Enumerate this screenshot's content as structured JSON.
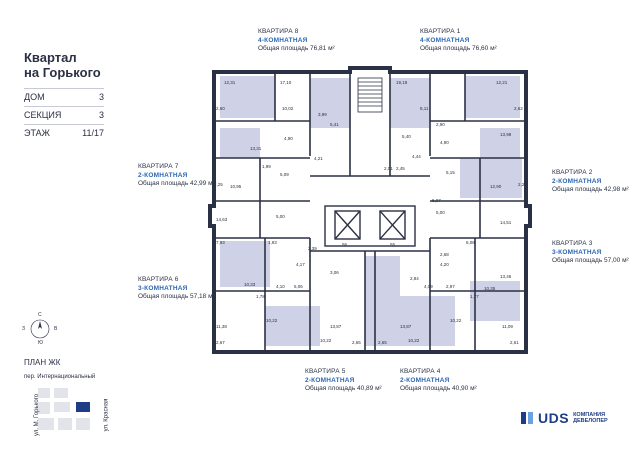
{
  "header": {
    "title": "Квартал\nна Горького"
  },
  "info": [
    {
      "label": "ДОМ",
      "value": "3"
    },
    {
      "label": "СЕКЦИЯ",
      "value": "3"
    },
    {
      "label": "ЭТАЖ",
      "value": "11/17"
    }
  ],
  "apartments": [
    {
      "name": "КВАРТИРА 8",
      "type": "4-КОМНАТНАЯ",
      "area": "Общая площадь 76,81 м²"
    },
    {
      "name": "КВАРТИРА 1",
      "type": "4-КОМНАТНАЯ",
      "area": "Общая площадь 76,60 м²"
    },
    {
      "name": "КВАРТИРА 7",
      "type": "2-КОМНАТНАЯ",
      "area": "Общая площадь 42,99 м²"
    },
    {
      "name": "КВАРТИРА 2",
      "type": "2-КОМНАТНАЯ",
      "area": "Общая площадь 42,98 м²"
    },
    {
      "name": "КВАРТИРА 3",
      "type": "3-КОМНАТНАЯ",
      "area": "Общая площадь 57,00 м²"
    },
    {
      "name": "КВАРТИРА 6",
      "type": "3-КОМНАТНАЯ",
      "area": "Общая площадь 57,18 м²"
    },
    {
      "name": "КВАРТИРА 5",
      "type": "2-КОМНАТНАЯ",
      "area": "Общая площадь 40,89 м²"
    },
    {
      "name": "КВАРТИРА 4",
      "type": "2-КОМНАТНАЯ",
      "area": "Общая площадь 40,90 м²"
    }
  ],
  "room_labels": [
    "12,31",
    "17,10",
    "10,02",
    "3,99",
    "5,41",
    "19,18",
    "8,11",
    "12,21",
    "2,60",
    "2,62",
    "4,90",
    "13,31",
    "2,90",
    "13,98",
    "4,21",
    "5,40",
    "4,44",
    "4,90",
    "5,15",
    "2,01",
    "2,45",
    "1,99",
    "10,95",
    "5,09",
    "12,90",
    "2,25",
    "2,23",
    "5,07",
    "14,63",
    "5,00",
    "14,51",
    "5,00",
    "1,93",
    "6,08",
    "2,68",
    "7,93",
    "4,17",
    "2,39",
    "4,20",
    "13,46",
    "3,06",
    "2,84",
    "56",
    "55",
    "10,33",
    "4,10",
    "6,06",
    "4,09",
    "2,97",
    "10,35",
    "1,78",
    "1,77",
    "10,22",
    "10,22",
    "11,38",
    "13,87",
    "13,87",
    "11,09",
    "2,67",
    "10,22",
    "10,22",
    "2,61",
    "2,65",
    "2,65"
  ],
  "compass": {
    "north": "С",
    "south": "Ю",
    "west": "З",
    "east": "В"
  },
  "plan": {
    "label": "ПЛАН ЖК",
    "street_top": "пер. Интернациональный",
    "street_left": "ул. М. Горького",
    "street_right": "ул. Красная"
  },
  "brand": {
    "name": "UDS",
    "subtitle": "КОМПАНИЯ\nДЕВЕЛОПЕР"
  },
  "colors": {
    "accent": "#2b67b3",
    "apartment_fill": "#cfd1e6",
    "wall": "#2b3144"
  }
}
